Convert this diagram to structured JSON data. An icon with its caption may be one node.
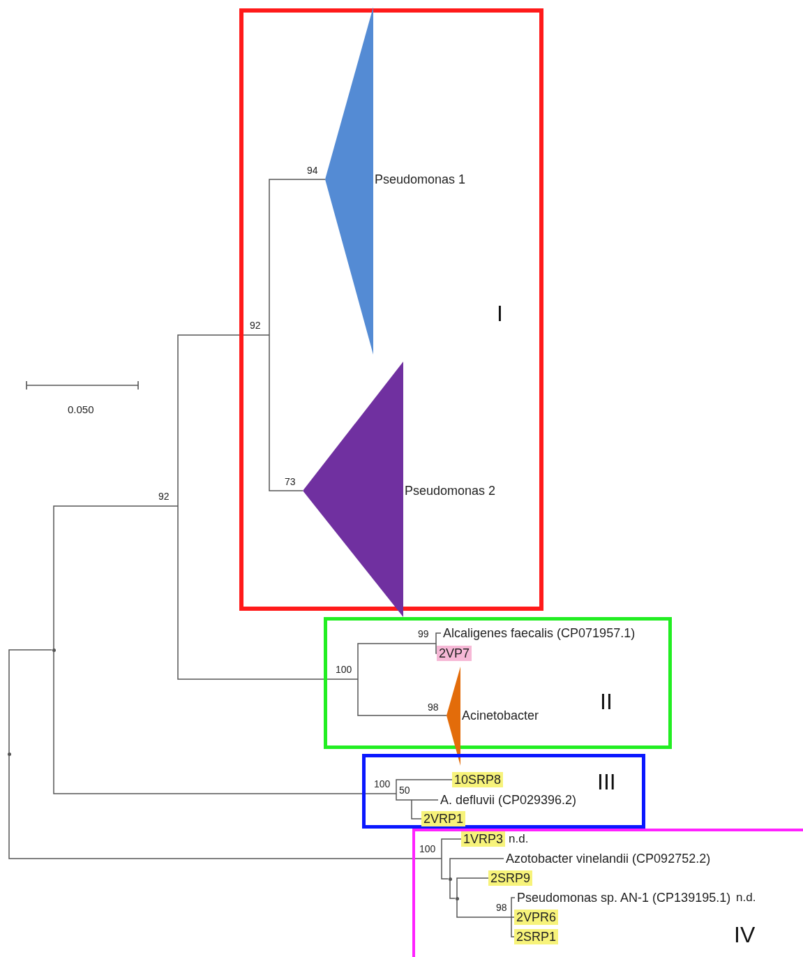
{
  "diagram": {
    "nodes": [
      {
        "text": [
          "I"
        ]
      },
      {
        "text": [
          "Pseudomonas 1"
        ],
        "in": 0,
        "beside": [
          "94"
        ]
      },
      {
        "text": [
          "Pseudomonas 2"
        ],
        "in": 0,
        "beside": [
          "73"
        ]
      },
      {
        "text": [
          "II"
        ]
      },
      {
        "text": [
          "Alcaligenes faecalis (CP071957.1)"
        ],
        "in": 3
      },
      {
        "text": [
          "2VP7"
        ],
        "in": 3
      },
      {
        "text": [
          "Acinetobacter"
        ],
        "in": 3,
        "beside": [
          "98"
        ]
      },
      {
        "text": [
          "III"
        ]
      },
      {
        "text": [
          "10SRP8"
        ],
        "in": 7
      },
      {
        "text": [
          "A. defluvii (CP029396.2)"
        ],
        "in": 7
      },
      {
        "text": [
          "2VRP1"
        ],
        "in": 7
      },
      {
        "text": [
          "IV"
        ]
      },
      {
        "text": [
          "1VRP3"
        ],
        "in": 11,
        "beside": [
          "n.d."
        ]
      },
      {
        "text": [
          "Azotobacter vinelandii (CP092752.2)"
        ],
        "in": 11
      },
      {
        "text": [
          "2SRP9"
        ],
        "in": 11
      },
      {
        "text": [
          "Pseudomonas sp. AN-1 (CP139195.1)"
        ],
        "in": 11,
        "beside": [
          "n.d."
        ]
      },
      {
        "text": [
          "2VPR6"
        ],
        "in": 11
      },
      {
        "text": [
          "2SRP1"
        ],
        "in": 11
      },
      {
        "text": [
          "92"
        ],
        "in": 0
      },
      {
        "text": [
          "92"
        ]
      },
      {
        "text": [
          "100"
        ],
        "in": 3
      },
      {
        "text": [
          "99"
        ],
        "in": 3
      },
      {
        "text": [
          "100"
        ],
        "in": 7
      },
      {
        "text": [
          "50"
        ],
        "in": 7
      },
      {
        "text": [
          "100"
        ],
        "in": 11
      },
      {
        "text": [
          "98"
        ],
        "in": 11
      },
      {
        "text": [],
        "shape": "point"
      },
      {
        "text": [],
        "shape": "point"
      },
      {
        "text": [],
        "shape": "point",
        "in": 11
      },
      {
        "text": [],
        "shape": "point",
        "in": 11
      }
    ],
    "edges": [
      {
        "from": 26,
        "to": 27,
        "arrow": "none"
      },
      {
        "from": 26,
        "to": 24,
        "arrow": "none"
      },
      {
        "from": 27,
        "to": 19,
        "arrow": "none"
      },
      {
        "from": 27,
        "to": 22,
        "arrow": "none"
      },
      {
        "from": 19,
        "to": 18,
        "arrow": "none"
      },
      {
        "from": 19,
        "to": 20,
        "arrow": "none"
      },
      {
        "from": 18,
        "to": 1,
        "arrow": "none"
      },
      {
        "from": 18,
        "to": 2,
        "arrow": "none"
      },
      {
        "from": 20,
        "to": 21,
        "arrow": "none"
      },
      {
        "from": 20,
        "to": 6,
        "arrow": "none"
      },
      {
        "from": 21,
        "to": 4,
        "arrow": "none"
      },
      {
        "from": 21,
        "to": 5,
        "arrow": "none"
      },
      {
        "from": 22,
        "to": 8,
        "arrow": "none"
      },
      {
        "from": 22,
        "to": 23,
        "arrow": "none"
      },
      {
        "from": 23,
        "to": 9,
        "arrow": "none"
      },
      {
        "from": 23,
        "to": 10,
        "arrow": "none"
      },
      {
        "from": 24,
        "to": 12,
        "arrow": "none"
      },
      {
        "from": 24,
        "to": 28,
        "arrow": "none"
      },
      {
        "from": 28,
        "to": 13,
        "arrow": "none"
      },
      {
        "from": 28,
        "to": 29,
        "arrow": "none"
      },
      {
        "from": 29,
        "to": 14,
        "arrow": "none"
      },
      {
        "from": 29,
        "to": 25,
        "arrow": "none"
      },
      {
        "from": 25,
        "to": 15,
        "arrow": "none"
      },
      {
        "from": 25,
        "to": 16,
        "arrow": "none"
      },
      {
        "from": 25,
        "to": 17,
        "arrow": "none"
      }
    ],
    "labels": [
      "0.050"
    ]
  }
}
